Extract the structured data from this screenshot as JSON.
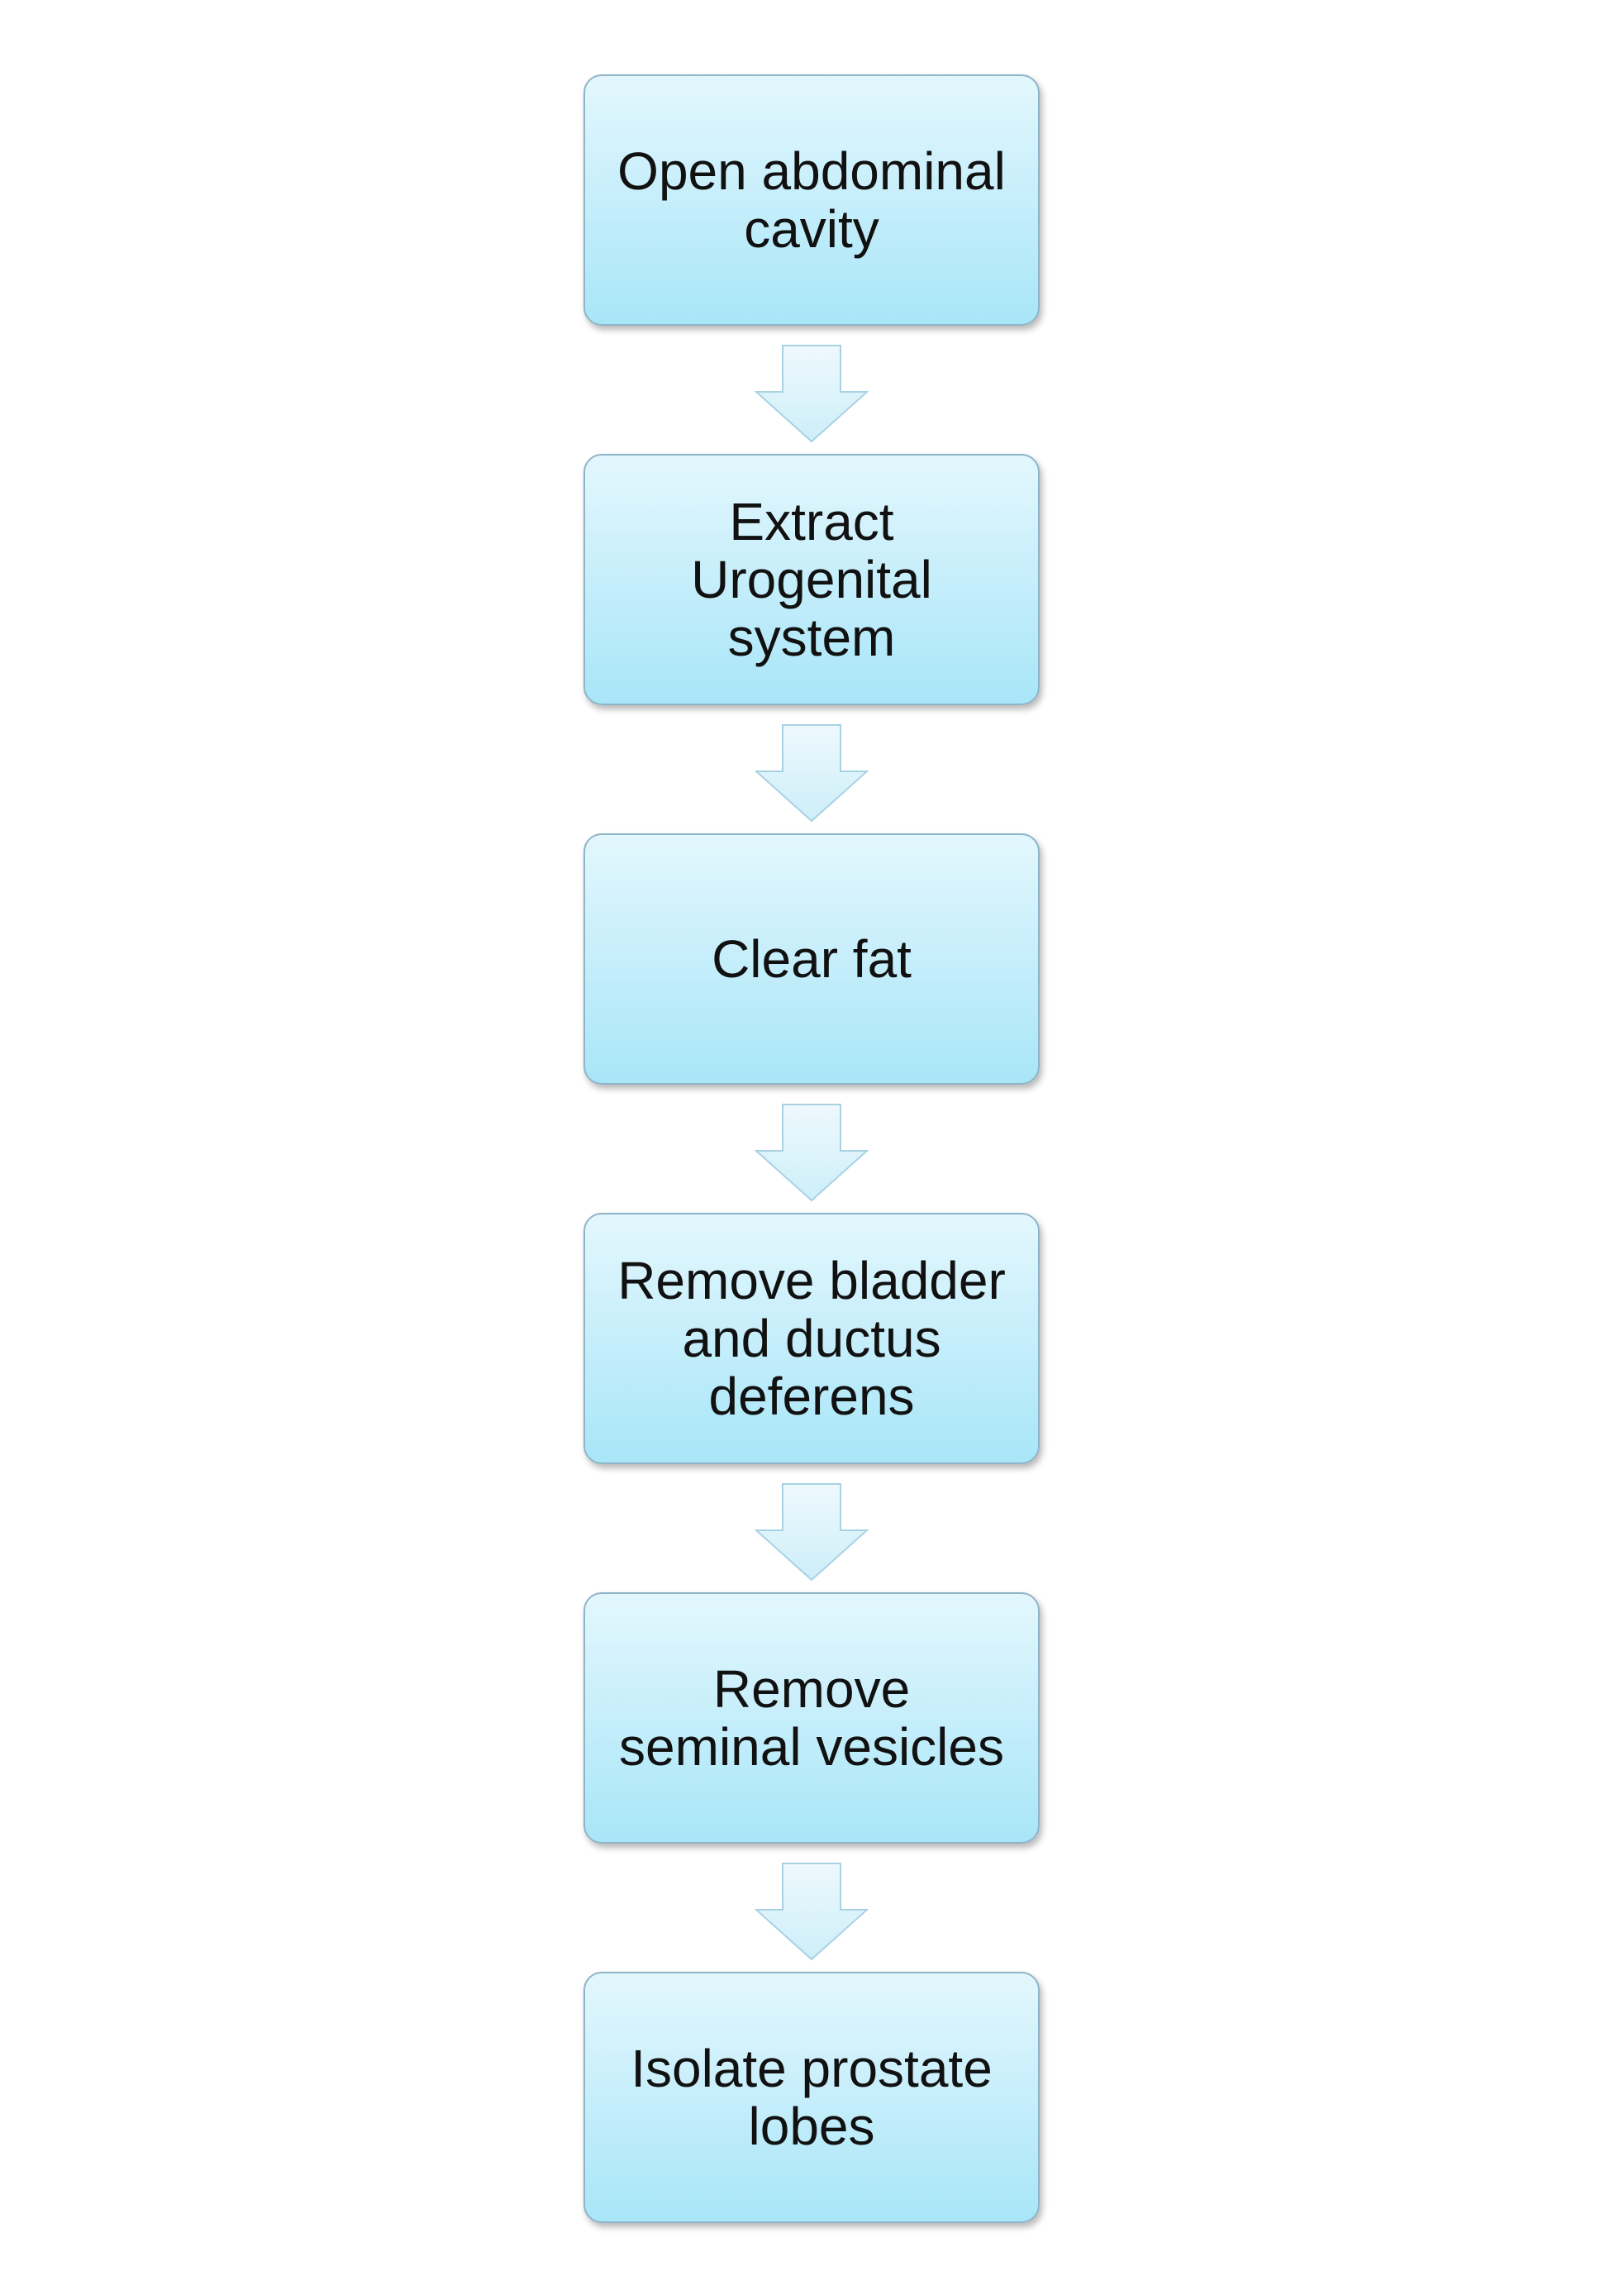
{
  "diagram": {
    "steps": [
      {
        "label": "Open abdominal\ncavity"
      },
      {
        "label": "Extract\nUrogenital\nsystem"
      },
      {
        "label": "Clear fat"
      },
      {
        "label": "Remove bladder\nand ductus\ndeferens"
      },
      {
        "label": "Remove\nseminal vesicles"
      },
      {
        "label": "Isolate  prostate\nlobes"
      }
    ]
  },
  "colors": {
    "box_fill_top": "#e3f7fd",
    "box_fill_bottom": "#a8e6f8",
    "box_border": "#8fb4c8",
    "arrow_fill": "#d4f0fa",
    "arrow_stroke": "#a8d2e4",
    "text": "#111111"
  }
}
